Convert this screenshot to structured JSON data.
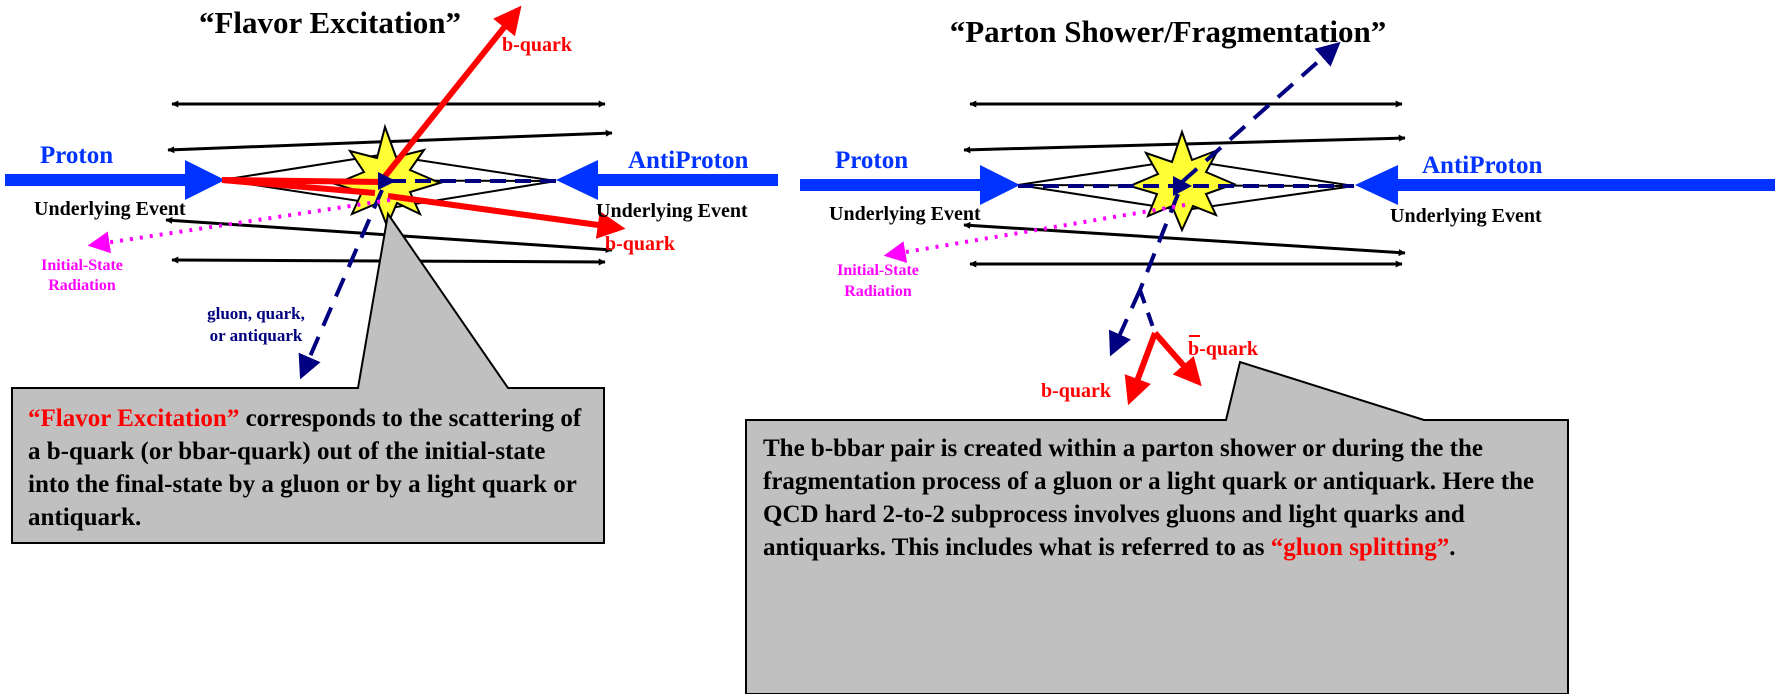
{
  "colors": {
    "beam": "#0033ff",
    "quark": "#ff0000",
    "dashed": "#000080",
    "isr": "#ff00ff",
    "burst_fill": "#ffff33",
    "callout_fill": "#c0c0c0"
  },
  "left": {
    "title": "“Flavor Excitation”",
    "proton_label": "Proton",
    "antiproton_label": "AntiProton",
    "ue_left": "Underlying Event",
    "ue_right": "Underlying Event",
    "isr_line1": "Initial-State",
    "isr_line2": "Radiation",
    "b_label": "b-quark",
    "bbar_label": "b-quark",
    "gluon_line1": "gluon, quark,",
    "gluon_line2": "or antiquark",
    "callout_highlight": "“Flavor Excitation”",
    "callout_rest": " corresponds to the scattering of a b-quark (or bbar-quark) out of the initial-state into the final-state by a gluon or by a light quark or antiquark."
  },
  "right": {
    "title": "“Parton Shower/Fragmentation”",
    "proton_label": "Proton",
    "antiproton_label": "AntiProton",
    "ue_left": "Underlying Event",
    "ue_right": "Underlying Event",
    "isr_line1": "Initial-State",
    "isr_line2": "Radiation",
    "b_label": "b-quark",
    "bbar_label": "b-quark",
    "callout_text": "The b-bbar pair is created within a parton shower or during the the fragmentation process of a gluon or a light quark or antiquark.  Here the QCD hard 2-to-2 subprocess involves gluons and light quarks and antiquarks.   This includes what is referred to as ",
    "callout_highlight": "“gluon splitting”",
    "callout_end": "."
  }
}
